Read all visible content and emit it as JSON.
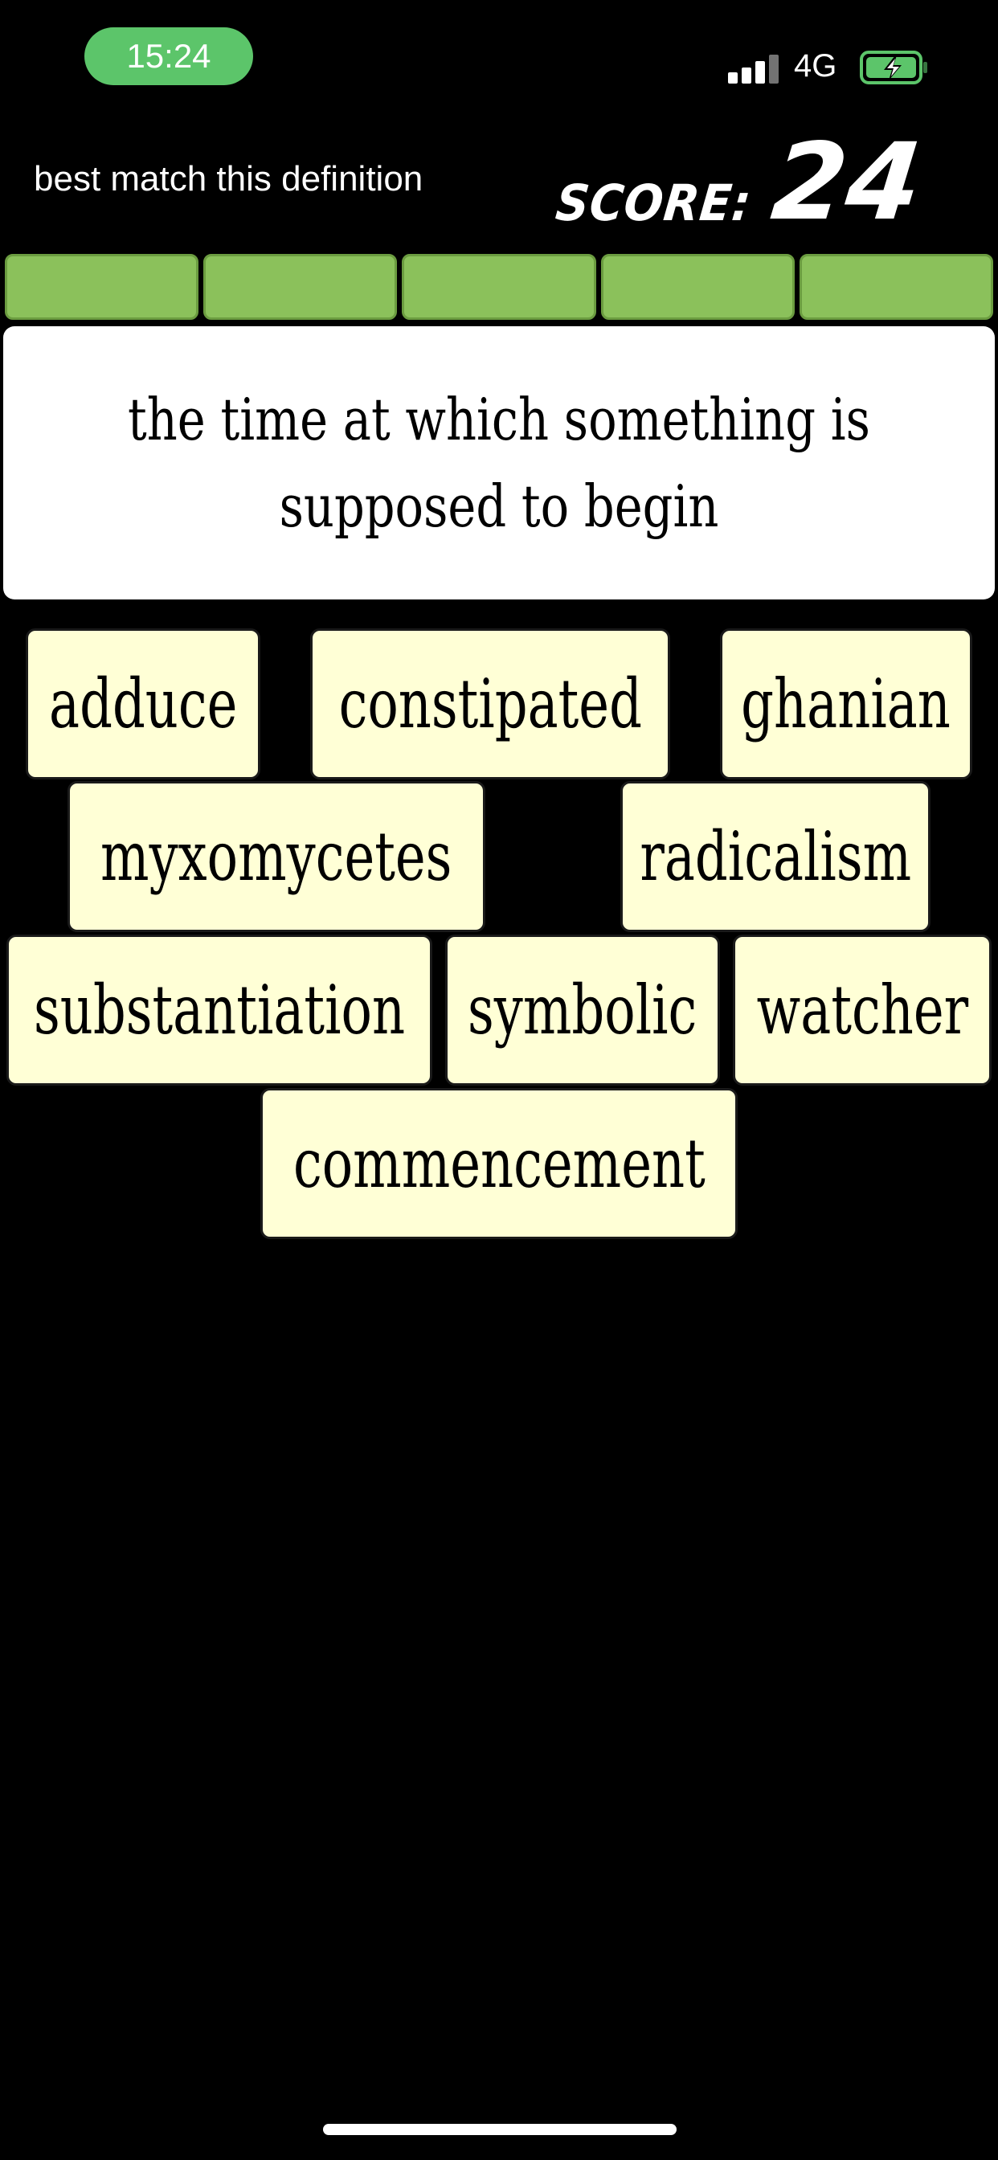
{
  "status_bar": {
    "time": "15:24",
    "network": "4G",
    "battery_state": "charging",
    "signal_icon": "cellular-signal-icon",
    "battery_icon": "battery-charging-icon",
    "time_pill_color": "#5cc56a"
  },
  "header": {
    "instruction": "best match this definition",
    "score_label": "SCORE:",
    "score_value": "24"
  },
  "progress": {
    "segments": 5,
    "filled": 5,
    "fill_color": "#8bc15b"
  },
  "definition": {
    "text": "the time at which something is supposed to begin"
  },
  "options": {
    "words": [
      "adduce",
      "constipated",
      "ghanian",
      "myxomycetes",
      "radicalism",
      "substantiation",
      "symbolic",
      "watcher",
      "commencement"
    ],
    "tile_color": "#ffffd6"
  }
}
